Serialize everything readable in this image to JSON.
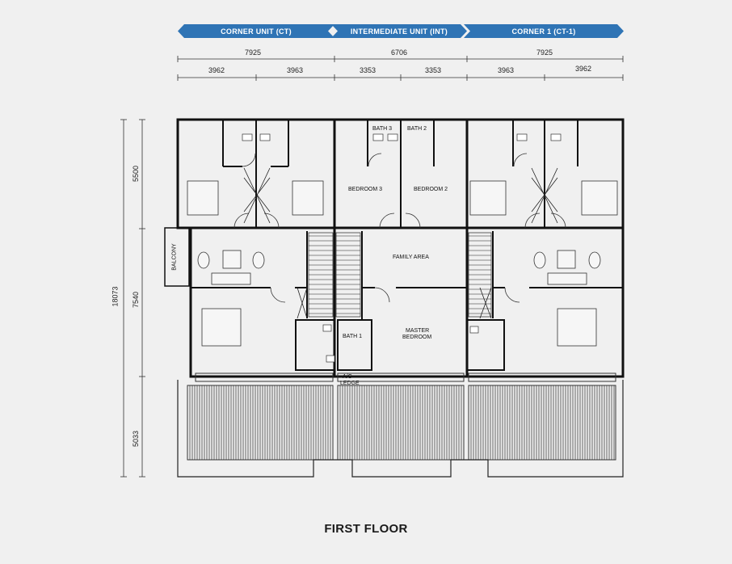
{
  "banners": [
    "CORNER UNIT (CT)",
    "INTERMEDIATE UNIT (INT)",
    "CORNER 1 (CT-1)"
  ],
  "dimensions": {
    "top_main": [
      "7925",
      "6706",
      "7925"
    ],
    "top_sub": [
      "3962",
      "3963",
      "3353",
      "3353",
      "3963",
      "3962"
    ],
    "left_total": "18073",
    "left_parts": [
      "5500",
      "7540",
      "5033"
    ]
  },
  "rooms": {
    "bath3": "BATH 3",
    "bath2": "BATH 2",
    "bedroom3": "BEDROOM 3",
    "bedroom2": "BEDROOM 2",
    "balcony": "BALCONY",
    "family_area": "FAMILY AREA",
    "master_bedroom_line1": "MASTER",
    "master_bedroom_line2": "BEDROOM",
    "bath1": "BATH 1",
    "ac_ledge_line1": "A/C",
    "ac_ledge_line2": "LEDGE"
  },
  "title": "FIRST FLOOR",
  "colors": {
    "banner": "#2f74b5",
    "wall": "#111111",
    "background": "#f0f0f0"
  }
}
